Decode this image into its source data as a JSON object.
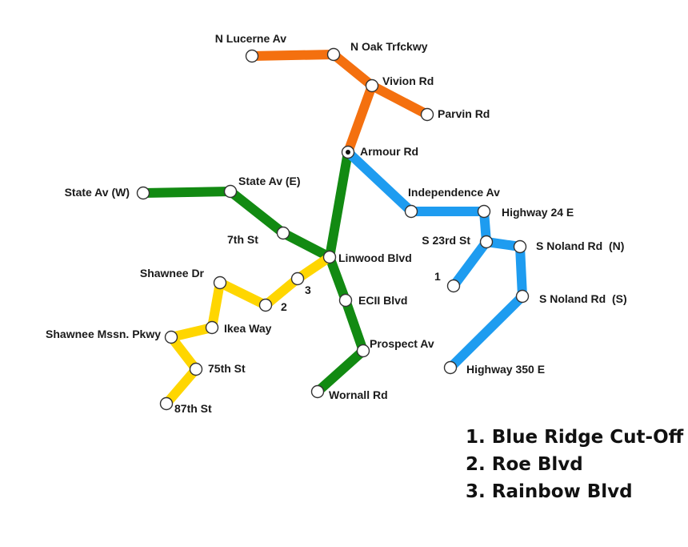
{
  "lines": [
    {
      "id": "orange",
      "color": "#f4700f"
    },
    {
      "id": "green",
      "color": "#128a12"
    },
    {
      "id": "blue",
      "color": "#1e9cf0"
    },
    {
      "id": "yellow",
      "color": "#ffd600"
    }
  ],
  "stations": [
    {
      "key": "n-lucerne-av",
      "label": "N Lucerne Av"
    },
    {
      "key": "n-oak-trfckwy",
      "label": "N Oak Trfckwy"
    },
    {
      "key": "vivion-rd",
      "label": "Vivion Rd"
    },
    {
      "key": "parvin-rd",
      "label": "Parvin Rd"
    },
    {
      "key": "armour-rd",
      "label": "Armour Rd"
    },
    {
      "key": "independence-av",
      "label": "Independence Av"
    },
    {
      "key": "highway-24-e",
      "label": "Highway 24 E"
    },
    {
      "key": "s-23rd-st",
      "label": "S 23rd St"
    },
    {
      "key": "s-noland-rd-n",
      "label": "S Noland Rd  (N)"
    },
    {
      "key": "s-noland-rd-s",
      "label": "S Noland Rd  (S)"
    },
    {
      "key": "highway-350-e",
      "label": "Highway 350 E"
    },
    {
      "key": "blue-1",
      "label": "1"
    },
    {
      "key": "state-av-w",
      "label": "State Av (W)"
    },
    {
      "key": "state-av-e",
      "label": "State Av (E)"
    },
    {
      "key": "7th-st",
      "label": "7th St"
    },
    {
      "key": "linwood-blvd",
      "label": "Linwood Blvd"
    },
    {
      "key": "ecii-blvd",
      "label": "ECII Blvd"
    },
    {
      "key": "prospect-av",
      "label": "Prospect Av"
    },
    {
      "key": "wornall-rd",
      "label": "Wornall Rd"
    },
    {
      "key": "yellow-3",
      "label": "3"
    },
    {
      "key": "yellow-2",
      "label": "2"
    },
    {
      "key": "shawnee-dr",
      "label": "Shawnee Dr"
    },
    {
      "key": "ikea-way",
      "label": "Ikea Way"
    },
    {
      "key": "shawnee-mssn-pkwy",
      "label": "Shawnee Mssn. Pkwy"
    },
    {
      "key": "75th-st",
      "label": "75th St"
    },
    {
      "key": "87th-st",
      "label": "87th St"
    }
  ],
  "legend": [
    "1. Blue Ridge Cut-Off",
    "2. Roe Blvd",
    "3. Rainbow Blvd"
  ]
}
